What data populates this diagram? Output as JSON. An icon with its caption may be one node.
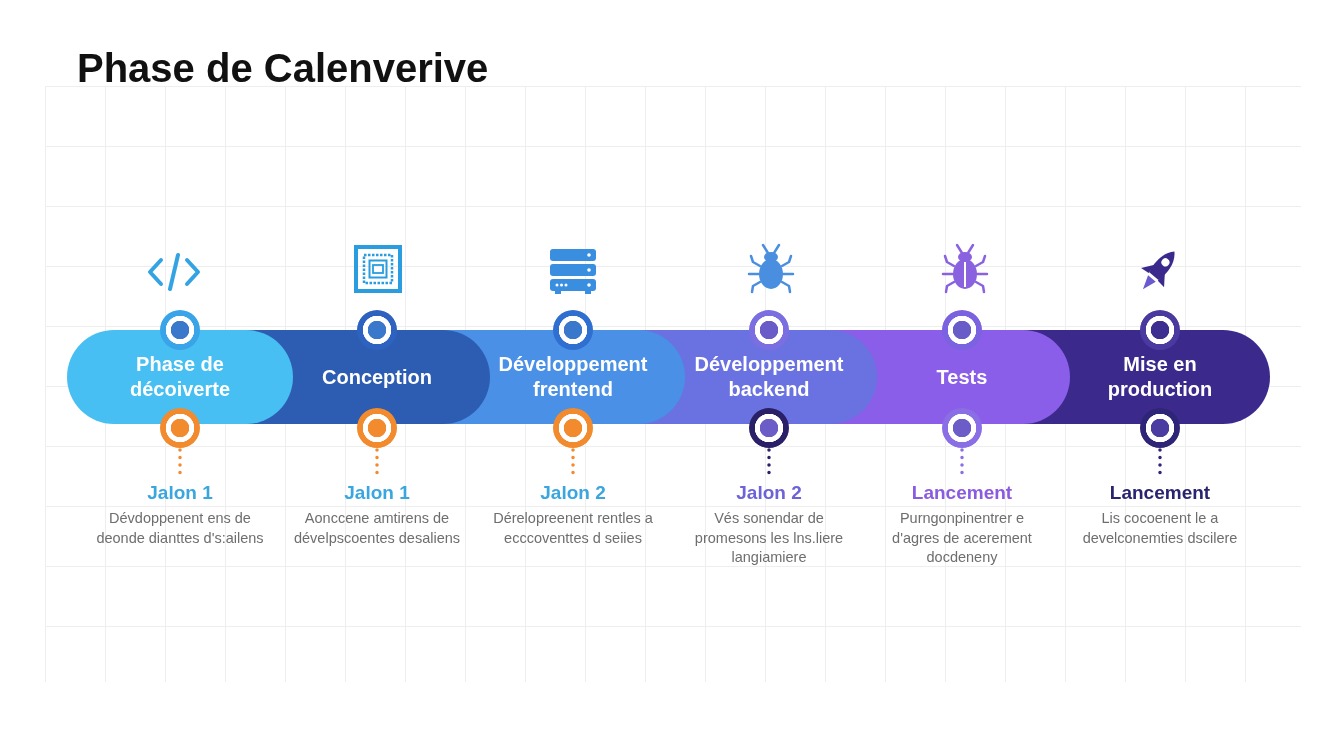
{
  "diagram": {
    "title": "Phase de Calenverive",
    "nodes": [
      {
        "text": [
          "Phase de décoiverte"
        ]
      },
      {
        "text": [
          "Conception"
        ]
      },
      {
        "text": [
          "Développement frentend"
        ]
      },
      {
        "text": [
          "Développement backend"
        ]
      },
      {
        "text": [
          "Tests"
        ]
      },
      {
        "text": [
          "Mise en production"
        ]
      },
      {
        "text": [],
        "shape": "circle"
      },
      {
        "text": [],
        "shape": "circle"
      },
      {
        "text": [],
        "shape": "circle"
      },
      {
        "text": [],
        "shape": "circle"
      },
      {
        "text": [],
        "shape": "circle"
      },
      {
        "text": [],
        "shape": "circle"
      },
      {
        "text": [
          "Jalon 1",
          "Dévdoppenent ens de deonde dianttes d's:ailens"
        ]
      },
      {
        "text": [
          "Jalon 1",
          "Aonccene amtirens de dévelpscoentes desaliens"
        ]
      },
      {
        "text": [
          "Jalon 2",
          "Dérelopreenent rentles a ecccoventtes d seiies"
        ]
      },
      {
        "text": [
          "Jalon 2",
          "Vés sonendar de promesons les lns.liere langiamiere"
        ]
      },
      {
        "text": [
          "Lancement",
          "Purngonpinentrer e d'agres de acerement docdeneny"
        ]
      },
      {
        "text": [
          "Lancement",
          "Lis cocoenent le a develconemties dscilere"
        ]
      }
    ],
    "edges": [
      {
        "from": 6,
        "to": 12,
        "arrow": "none",
        "style": "dashed"
      },
      {
        "from": 7,
        "to": 13,
        "arrow": "none",
        "style": "dashed"
      },
      {
        "from": 8,
        "to": 14,
        "arrow": "none",
        "style": "dashed"
      },
      {
        "from": 9,
        "to": 15,
        "arrow": "none",
        "style": "dashed",
        "color": "#2a2068"
      },
      {
        "from": 10,
        "to": 16,
        "arrow": "none",
        "style": "dashed",
        "color": "#8a6ee6"
      },
      {
        "from": 11,
        "to": 17,
        "arrow": "none",
        "style": "dashed",
        "color": "#2e2478"
      }
    ]
  }
}
